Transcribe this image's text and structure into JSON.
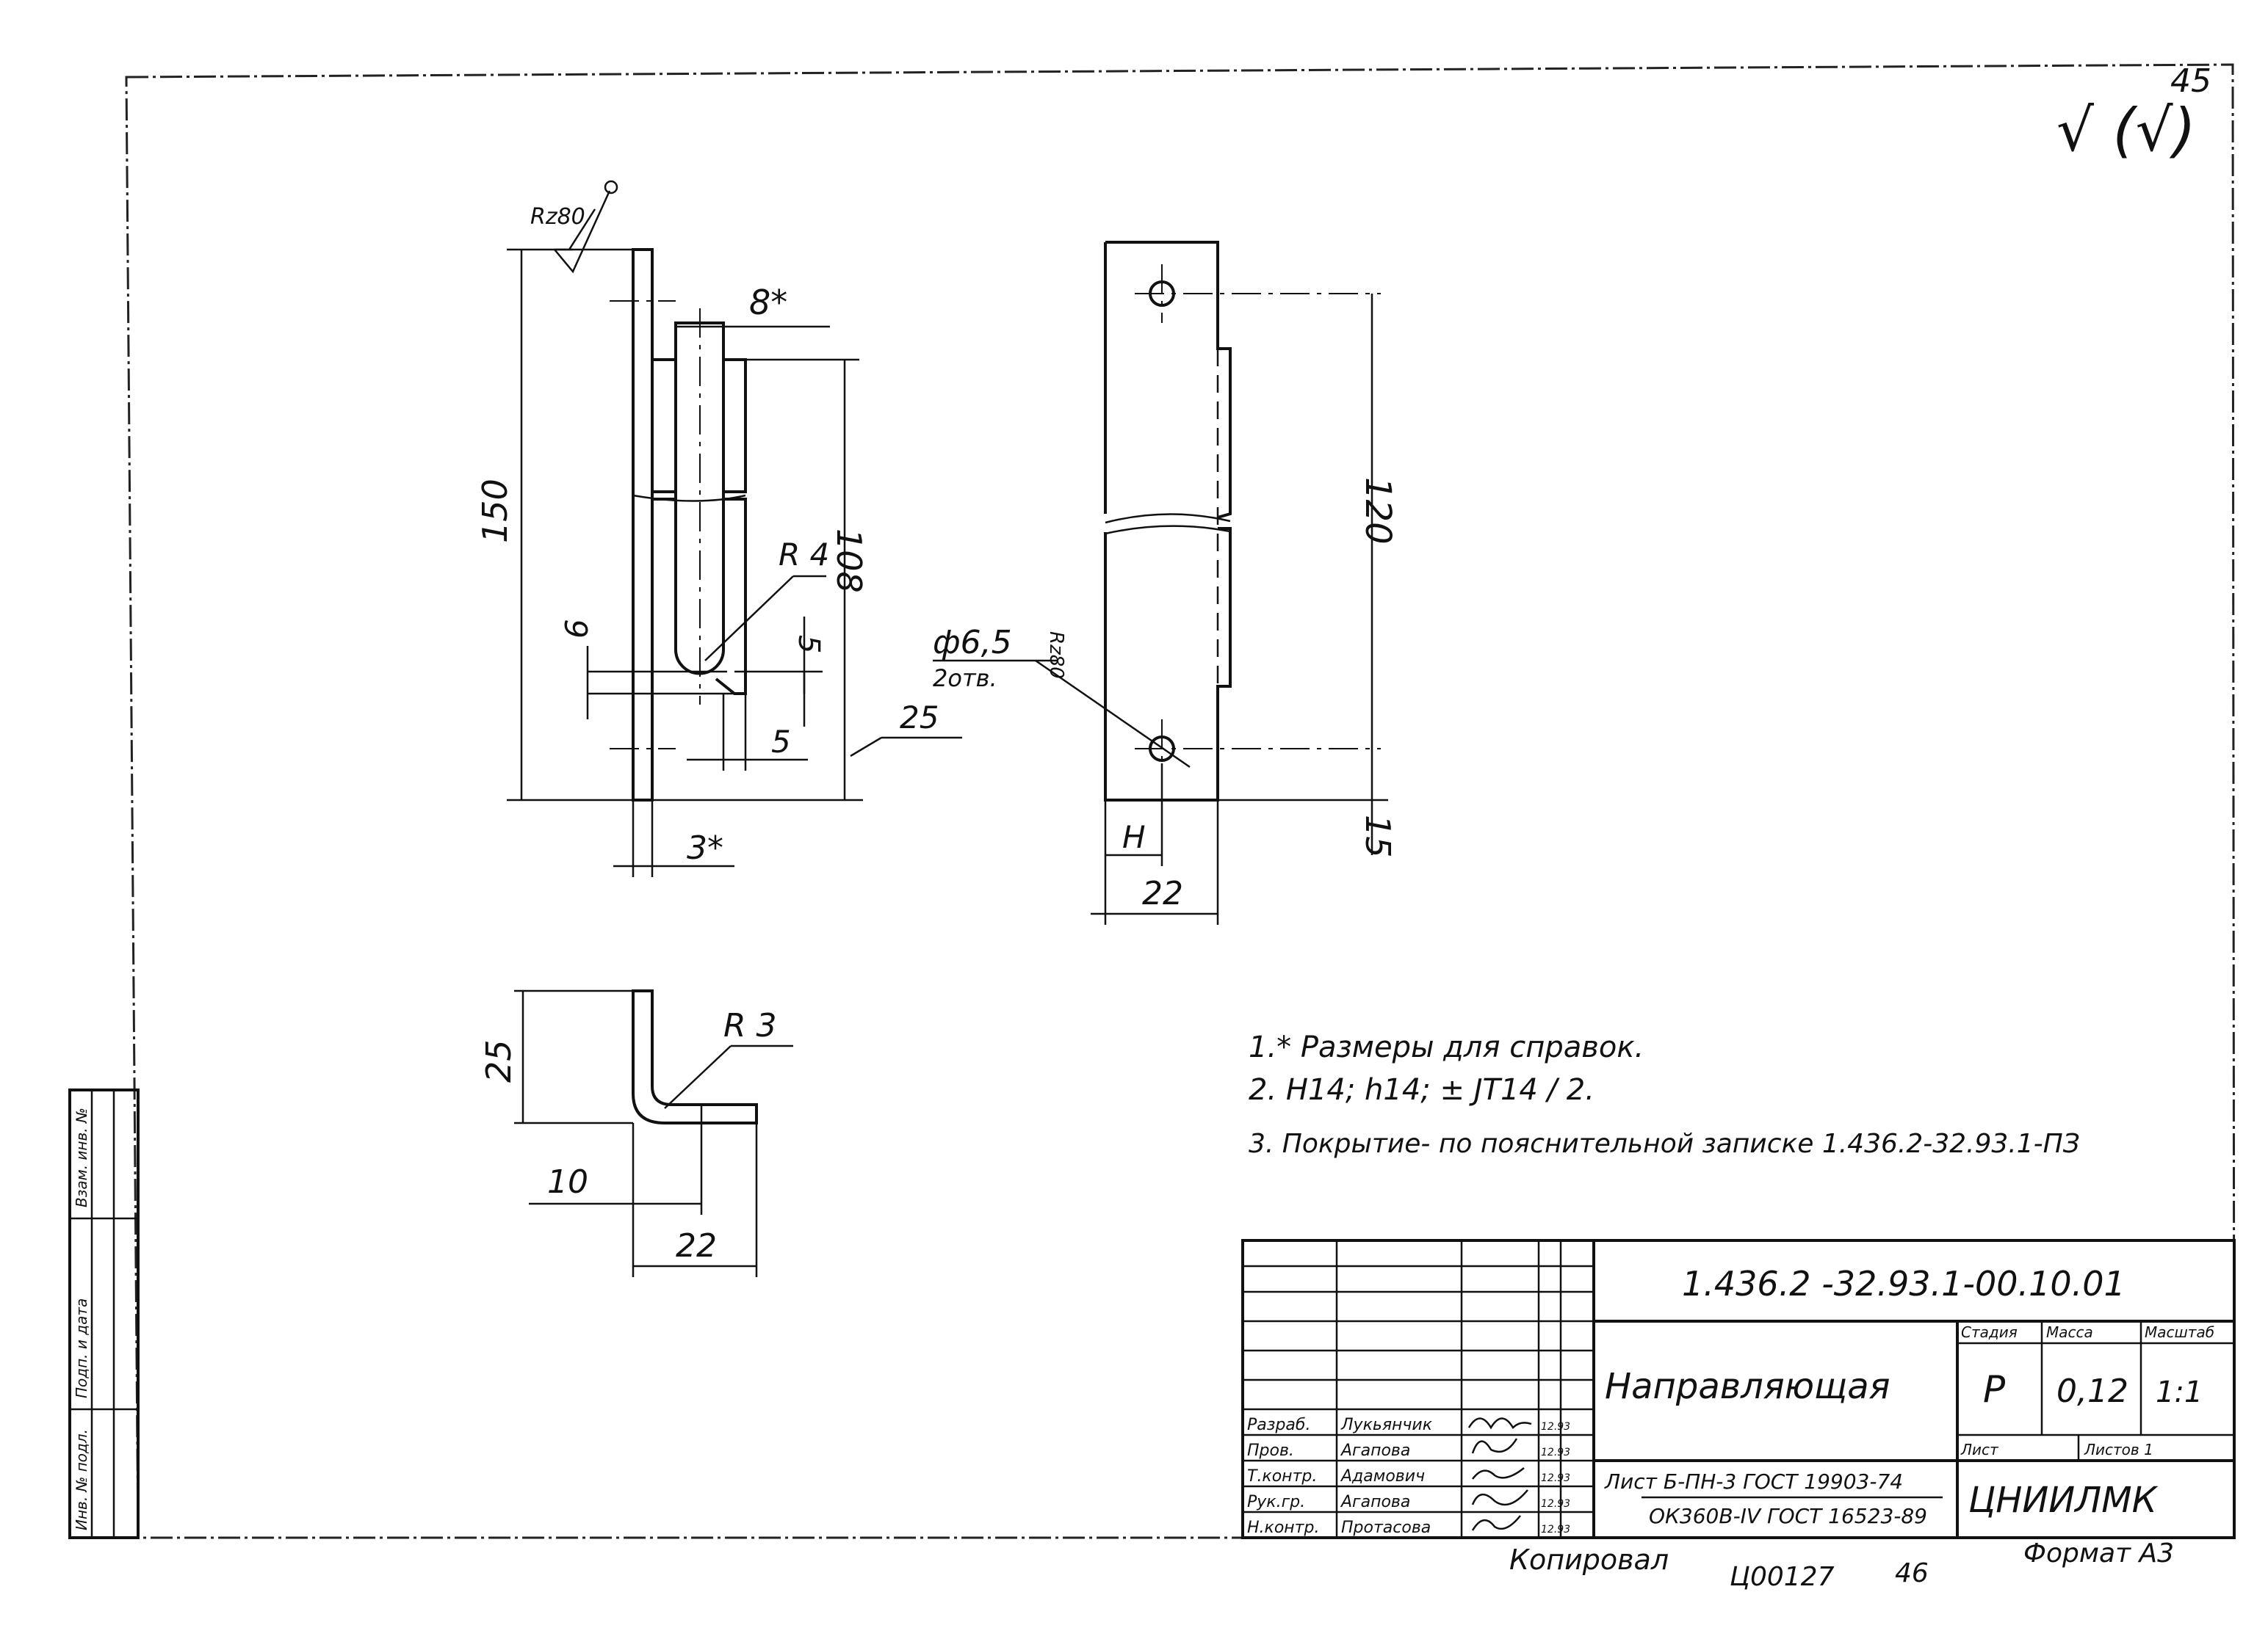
{
  "sheet_number": "45",
  "check_marks": "√ (√)",
  "view1": {
    "roughness": "Rz80",
    "dim_8": "8*",
    "dim_150": "150",
    "dim_108": "108",
    "dim_r4": "R 4",
    "dim_6": "6",
    "dim_5a": "5",
    "dim_5b": "5",
    "dim_25": "25",
    "dim_3": "3*"
  },
  "view2": {
    "hole_dia": "ф6,5",
    "hole_qty": "2отв.",
    "roughness": "Rz80",
    "dim_120": "120",
    "dim_15": "15",
    "dim_h": "Н",
    "dim_22": "22"
  },
  "view3": {
    "dim_r3": "R 3",
    "dim_25": "25",
    "dim_10": "10",
    "dim_22": "22"
  },
  "notes": [
    "1.* Размеры для справок.",
    "2. Н14; h14; ± JT14 / 2.",
    "3. Покрытие- по пояснительной записке 1.436.2-32.93.1-ПЗ"
  ],
  "title_block": {
    "designation": "1.436.2 -32.93.1-00.10.01",
    "name": "Направляющая",
    "material_line1": "Лист Б-ПН-3 ГОСТ 19903-74",
    "material_line2": "ОК360В-IV ГОСТ 16523-89",
    "col_stage": "Стадия",
    "col_mass": "Масса",
    "col_scale": "Масштаб",
    "stage": "Р",
    "mass": "0,12",
    "scale": "1:1",
    "sheet_label": "Лист",
    "sheets_label": "Листов 1",
    "organization": "ЦНИИЛМК",
    "roles": [
      "Разраб.",
      "Пров.",
      "Т.контр.",
      "Рук.гр.",
      "Н.контр."
    ],
    "names": [
      "Лукьянчик",
      "Агапова",
      "Адамович",
      "Агапова",
      "Протасова"
    ],
    "dates": [
      "12.93",
      "12.93",
      "12.93",
      "12.93",
      "12.93"
    ]
  },
  "footer": {
    "copied": "Копировал",
    "number": "Ц00127",
    "page": "46",
    "format": "Формат А3"
  },
  "side_stamp": [
    "Инв. № подл.",
    "Подп. и дата",
    "Взам. инв. №"
  ]
}
